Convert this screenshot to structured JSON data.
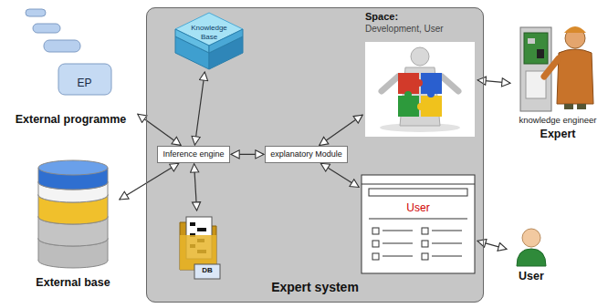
{
  "diagram": {
    "nodes": [
      {
        "text": [
          "Expert system"
        ]
      },
      {
        "text": [
          "EP",
          "External programme"
        ]
      },
      {
        "text": [
          "External base"
        ]
      },
      {
        "text": [
          "Knowledge Base"
        ],
        "in": 0
      },
      {
        "text": [
          "Inference engine"
        ],
        "in": 0
      },
      {
        "text": [
          "explanatory Module"
        ],
        "in": 0
      },
      {
        "text": [
          "DB"
        ],
        "in": 0
      },
      {
        "text": [
          "Space:",
          "Development, User"
        ],
        "in": 0
      },
      {
        "text": [
          "User"
        ],
        "in": 0
      },
      {
        "text": [
          "knowledge engineer",
          "Expert"
        ]
      },
      {
        "text": [
          "User"
        ]
      }
    ],
    "edges": [
      {
        "from": 1,
        "to": 4,
        "arrow": "both"
      },
      {
        "from": 2,
        "to": 4,
        "arrow": "both"
      },
      {
        "from": 3,
        "to": 4,
        "arrow": "both"
      },
      {
        "from": 6,
        "to": 4,
        "arrow": "both"
      },
      {
        "from": 4,
        "to": 5,
        "arrow": "both"
      },
      {
        "from": 5,
        "to": 7,
        "arrow": "both"
      },
      {
        "from": 5,
        "to": 8,
        "arrow": "both"
      },
      {
        "from": 7,
        "to": 9,
        "arrow": "both"
      },
      {
        "from": 8,
        "to": 10,
        "arrow": "both"
      }
    ]
  }
}
